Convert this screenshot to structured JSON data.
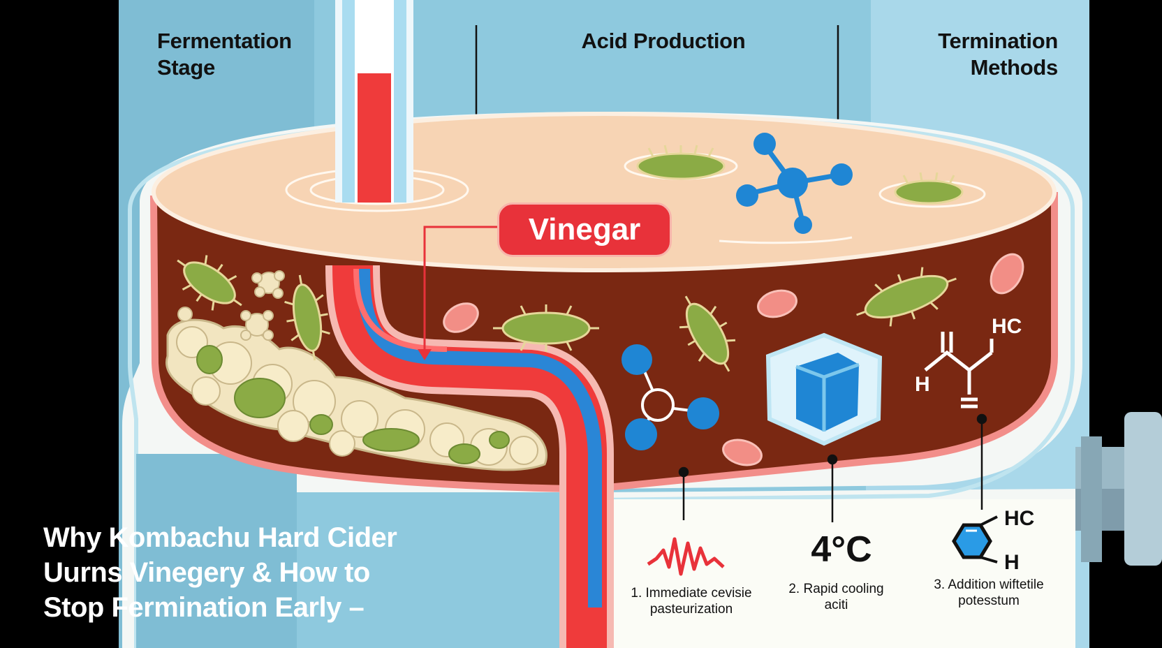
{
  "headers": {
    "fermentation_stage": "Fermentation Stage",
    "acid_production": "Acid Production",
    "termination_methods": "Termination Methods"
  },
  "callout": {
    "vinegar": "Vinegar"
  },
  "title": {
    "line1": "Why Kombachu Hard Cider",
    "line2": "Uurns Vinegery & How to",
    "line3": "Stop Fermination Early –"
  },
  "methods": [
    {
      "line1": "1. Immediate cevisie",
      "line2": "pasteurization",
      "icon": "heat-wave-icon"
    },
    {
      "line1": "2. Rapid cooling",
      "line2": "aciti",
      "readout": "4°C",
      "icon": "ice-cube-icon"
    },
    {
      "line1": "3. Addition wiftetile",
      "line2": "potesstum",
      "icon": "hexagon-molecule-icon"
    }
  ],
  "chem_labels": {
    "hc_top": "HC",
    "h_left": "H",
    "hc_bottom": "HC",
    "h_bottom": "H"
  },
  "colors": {
    "background": "#000000",
    "sky_blue": "#8ec9de",
    "liquid_surface": "#f7d4b4",
    "liquid_body": "#7a2812",
    "vinegar_red": "#e8323a",
    "bacteria_green": "#8bab45",
    "molecule_blue": "#1f86d4"
  }
}
